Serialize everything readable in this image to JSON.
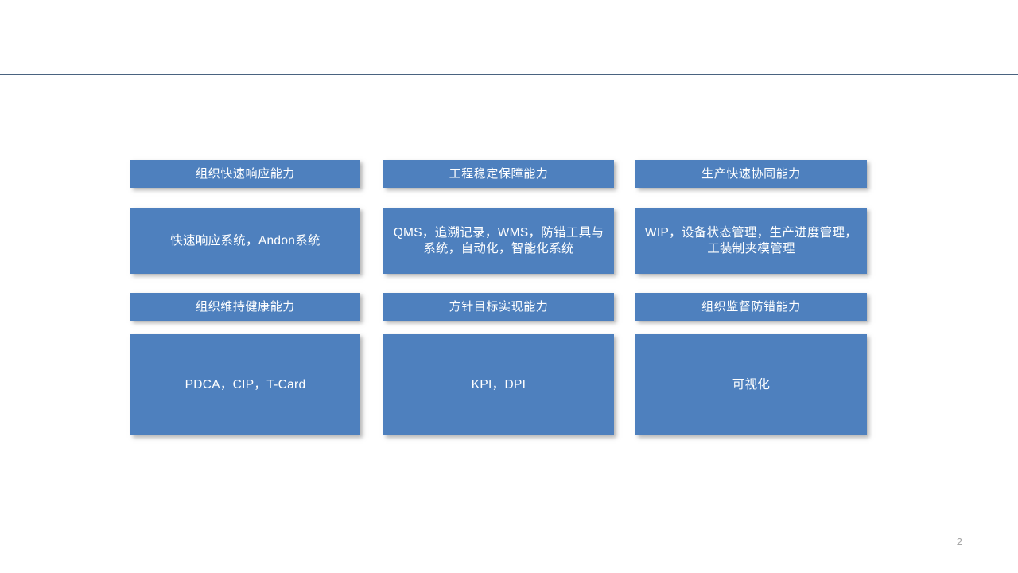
{
  "slide": {
    "title": "",
    "page_number": "2",
    "accent_color": "#4E80BE",
    "rule_color": "#4a6380"
  },
  "matrix": {
    "columns": [
      {
        "groups": [
          {
            "header": "组织快速响应能力",
            "body": "快速响应系统，Andon系统"
          },
          {
            "header": "组织维持健康能力",
            "body": "PDCA，CIP，T-Card"
          }
        ]
      },
      {
        "groups": [
          {
            "header": "工程稳定保障能力",
            "body": "QMS，追溯记录，WMS，防错工具与系统，自动化，智能化系统"
          },
          {
            "header": "方针目标实现能力",
            "body": "KPI，DPI"
          }
        ]
      },
      {
        "groups": [
          {
            "header": "生产快速协同能力",
            "body": "WIP，设备状态管理，生产进度管理，工装制夹模管理"
          },
          {
            "header": "组织监督防错能力",
            "body": "可视化"
          }
        ]
      }
    ]
  }
}
